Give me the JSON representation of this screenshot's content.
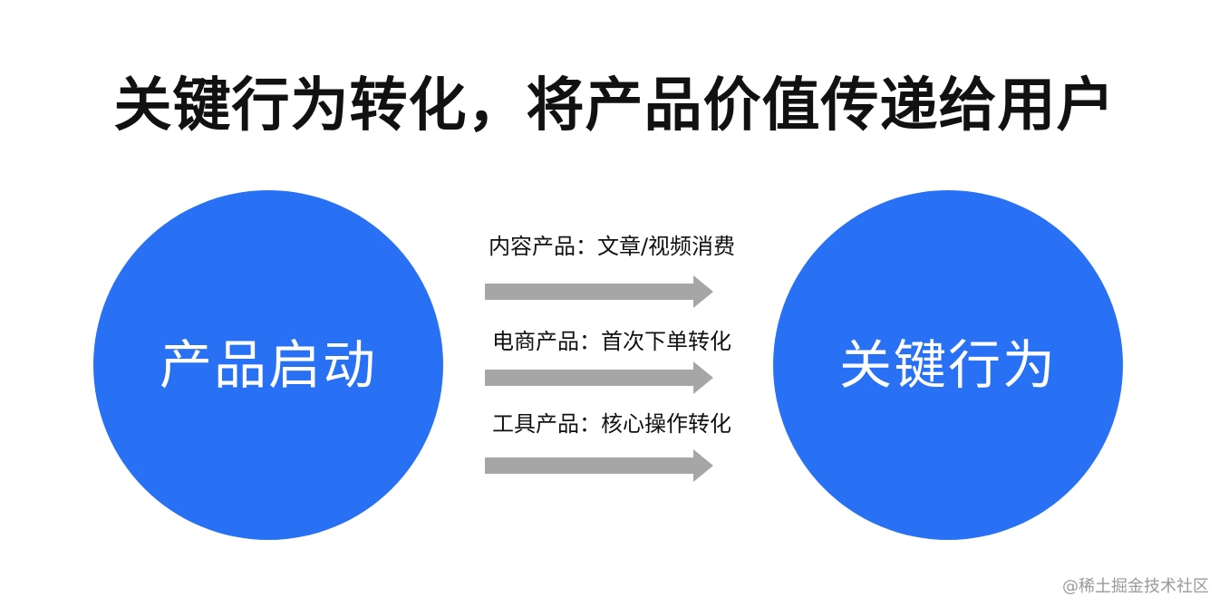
{
  "title": "关键行为转化，将产品价值传递给用户",
  "left_circle": {
    "label": "产品启动",
    "color": "#2871f4"
  },
  "right_circle": {
    "label": "关键行为",
    "color": "#2871f4"
  },
  "flows": [
    {
      "label": "内容产品：文章/视频消费"
    },
    {
      "label": "电商产品：首次下单转化"
    },
    {
      "label": "工具产品：核心操作转化"
    }
  ],
  "arrow_color": "#a6a6a6",
  "watermark": "@稀土掘金技术社区"
}
